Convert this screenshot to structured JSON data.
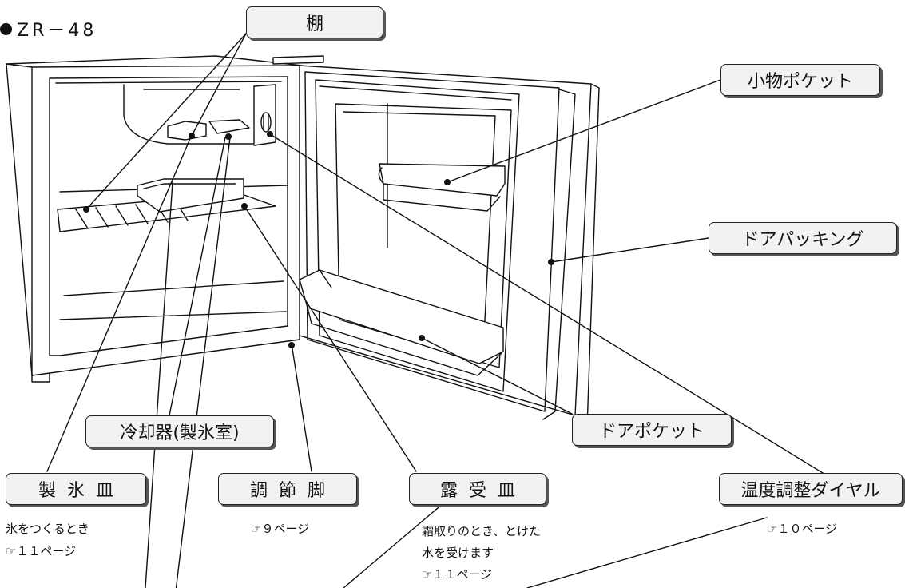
{
  "model": "ZR－48",
  "labels": {
    "shelf": "棚",
    "accessory_pocket": "小物ポケット",
    "door_packing": "ドアパッキング",
    "door_pocket": "ドアポケット",
    "cooler": "冷却器(製氷室)",
    "ice_tray": "製氷皿",
    "adjust_leg": "調節脚",
    "dew_tray": "露受皿",
    "temp_dial": "温度調整ダイヤル"
  },
  "notes": {
    "ice_tray_desc": "氷をつくるとき",
    "ice_tray_ref": "☞１１ページ",
    "adjust_leg_ref": "☞９ページ",
    "dew_tray_desc1": "霜取りのとき、とけた",
    "dew_tray_desc2": "水を受けます",
    "dew_tray_ref": "☞１１ページ",
    "temp_dial_ref": "☞１０ページ"
  }
}
